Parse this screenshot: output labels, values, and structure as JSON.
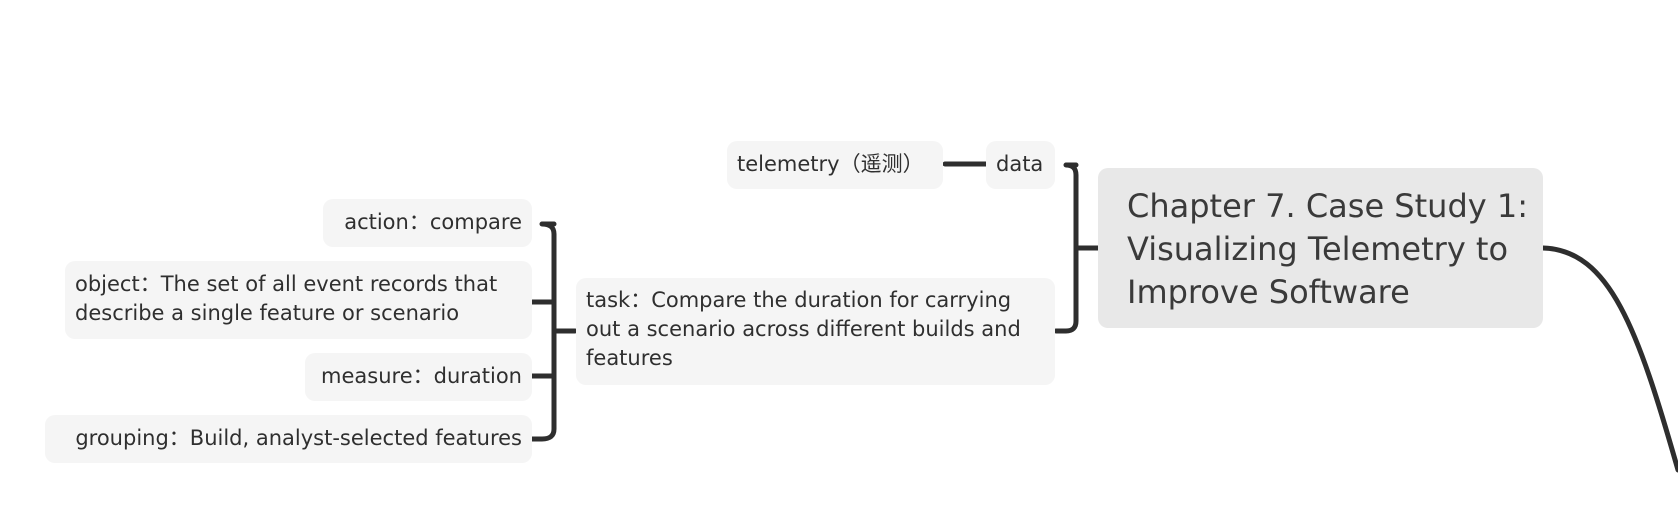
{
  "central_topic": {
    "lines": [
      "Chapter 7. Case Study 1:",
      "Visualizing Telemetry to",
      "Improve Software"
    ]
  },
  "data_node": {
    "label": "data",
    "child": {
      "label": "telemetry（遥测）"
    }
  },
  "task_node": {
    "lines": [
      "task：Compare the duration for carrying",
      "out a scenario across different builds and",
      "features"
    ],
    "children": [
      {
        "lines": [
          "action：compare"
        ]
      },
      {
        "lines": [
          "object：The set of all event records that",
          "describe a single feature or scenario"
        ]
      },
      {
        "lines": [
          "measure：duration"
        ]
      },
      {
        "lines": [
          "grouping：Build, analyst-selected features"
        ]
      }
    ]
  },
  "colors": {
    "connector": "#2e2e2e",
    "node_fill": "#f5f5f5",
    "central_fill": "#e8e8e8",
    "text": "#2f2f2f"
  }
}
